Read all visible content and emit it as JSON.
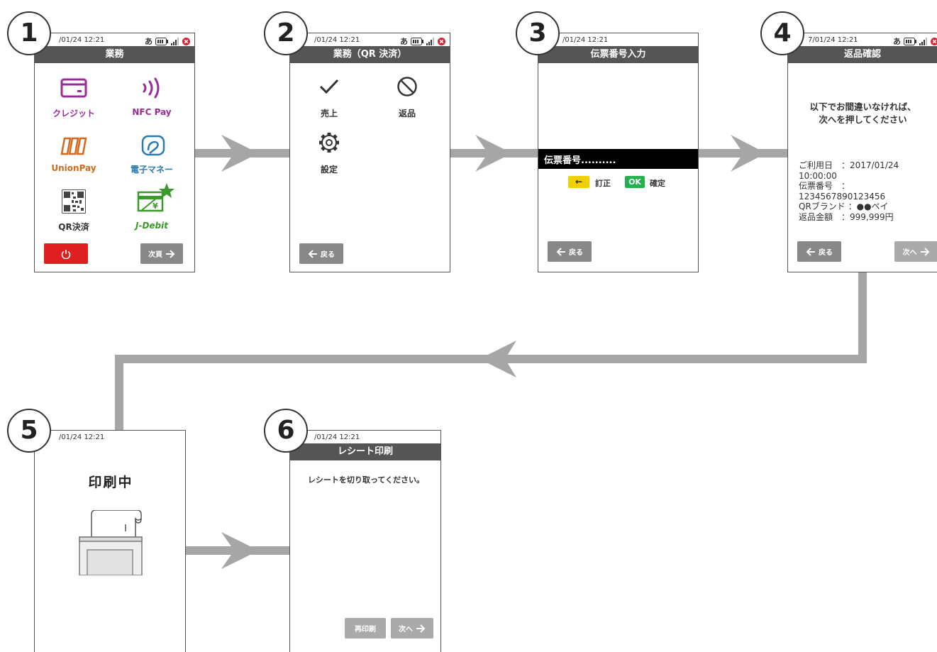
{
  "steps": {
    "s1": {
      "number": "1",
      "time": "/01/24 12:21",
      "title": "業務",
      "tiles": [
        {
          "label": "クレジット",
          "icon": "credit-card-icon",
          "color": "#9b2a9b"
        },
        {
          "label": "NFC Pay",
          "icon": "nfc-icon",
          "color": "#9b2a9b"
        },
        {
          "label": "UnionPay",
          "icon": "unionpay-icon",
          "color": "#d2691e"
        },
        {
          "label": "電子マネー",
          "icon": "emoney-icon",
          "color": "#2a7ab0"
        },
        {
          "label": "QR決済",
          "icon": "qr-code-icon",
          "color": "#333333"
        },
        {
          "label": "J-Debit",
          "icon": "jdebit-icon",
          "color": "#3a9a2a"
        }
      ],
      "power_button_color": "#e02020",
      "next_label": "次頁"
    },
    "s2": {
      "number": "2",
      "time": "/01/24 12:21",
      "title": "業務（QR 決済）",
      "items": [
        {
          "label": "売上",
          "icon": "check-icon"
        },
        {
          "label": "返品",
          "icon": "prohibit-icon"
        },
        {
          "label": "設定",
          "icon": "gear-icon"
        }
      ],
      "back_label": "戻る"
    },
    "s3": {
      "number": "3",
      "time": "/01/24 12:21",
      "title": "伝票番号入力",
      "field": "伝票番号..........",
      "correct_key": "←",
      "correct_label": "訂正",
      "ok_key": "OK",
      "confirm_label": "確定",
      "back_label": "戻る",
      "yellow": "#f0d000",
      "green": "#22b14c"
    },
    "s4": {
      "number": "4",
      "time": "7/01/24 12:21",
      "title": "返品確認",
      "message_line1": "以下でお間違いなければ、",
      "message_line2": "次へを押してください",
      "details": [
        "ご利用日　：2017/01/24",
        "10:00:00",
        "伝票番号　：",
        "1234567890123456",
        "QRブランド ：●●ペイ",
        "返品金額　：999,999円"
      ],
      "back_label": "戻る",
      "next_label": "次へ"
    },
    "s5": {
      "number": "5",
      "time": "/01/24 12:21",
      "status_text": "印刷中"
    },
    "s6": {
      "number": "6",
      "time": "/01/24 12:21",
      "title": "レシート印刷",
      "message": "レシートを切り取ってください。",
      "reprint_label": "再印刷",
      "next_label": "次へ"
    }
  },
  "colors": {
    "flow_arrow": "#a6a6a6",
    "title_bar": "#555555",
    "button_gray": "#888888"
  },
  "status_icons": [
    "input-mode-a-icon",
    "battery-icon",
    "signal-icon",
    "error-icon"
  ],
  "status_input_mode": "あ"
}
